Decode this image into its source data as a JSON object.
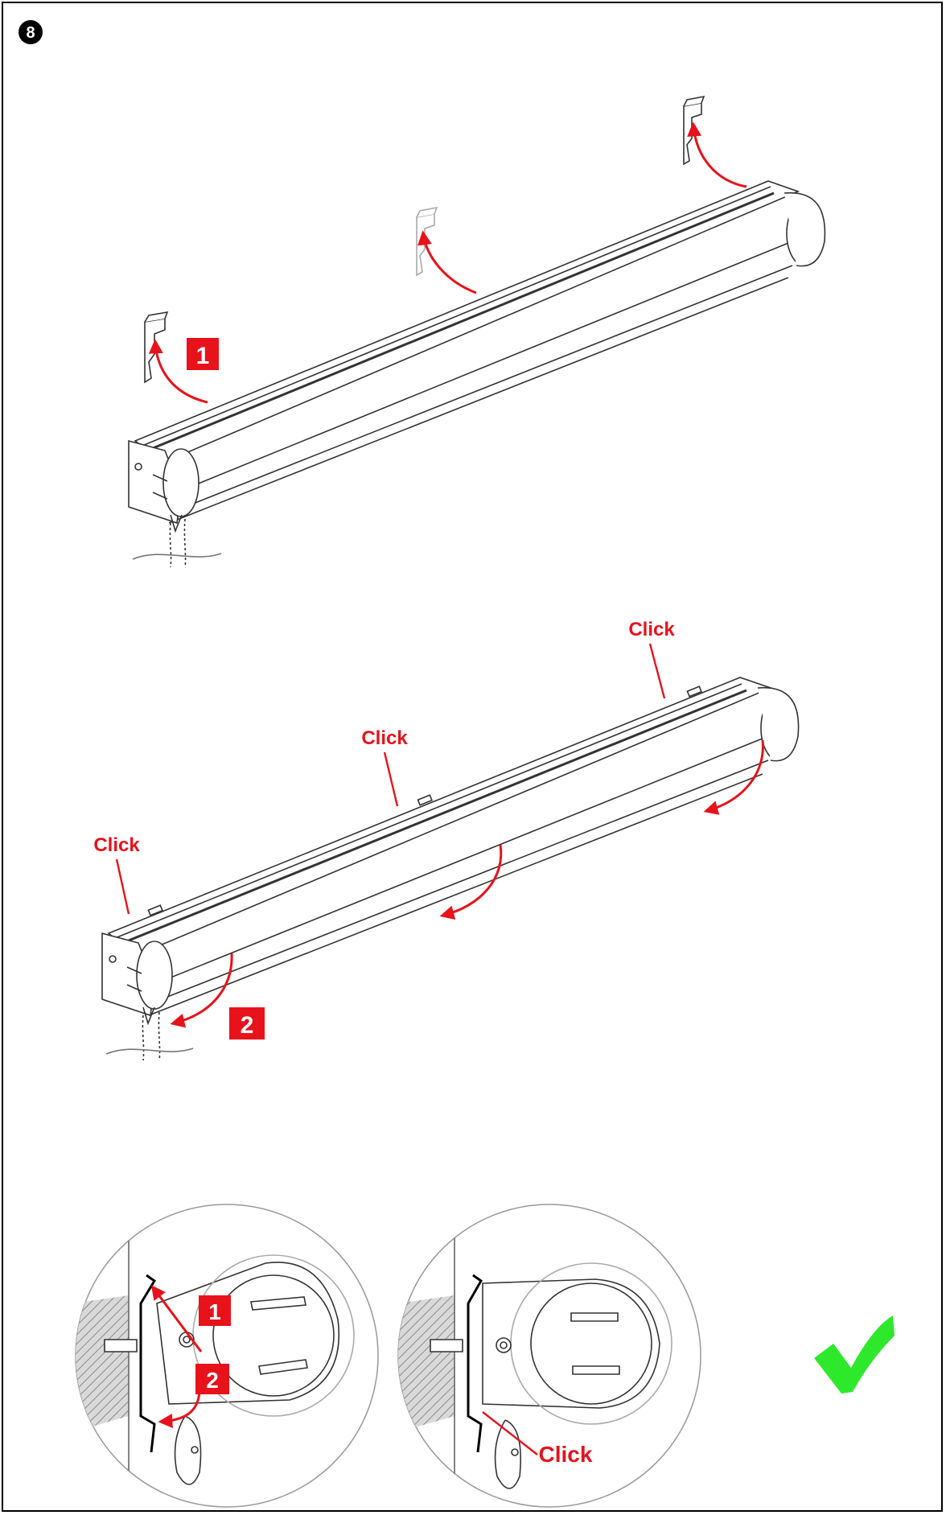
{
  "step_number": "8",
  "colors": {
    "accent_red": "#e8121b",
    "check_green": "#2ee82b",
    "line": "#333333",
    "hatch": "#8a8a8a"
  },
  "panel_top": {
    "badge": "1"
  },
  "panel_middle": {
    "badge": "2",
    "click_left": "Click",
    "click_center": "Click",
    "click_right": "Click"
  },
  "panel_bottom": {
    "detail_left": {
      "badge_1": "1",
      "badge_2": "2"
    },
    "detail_right": {
      "click": "Click"
    },
    "check_icon": "checkmark-icon"
  }
}
